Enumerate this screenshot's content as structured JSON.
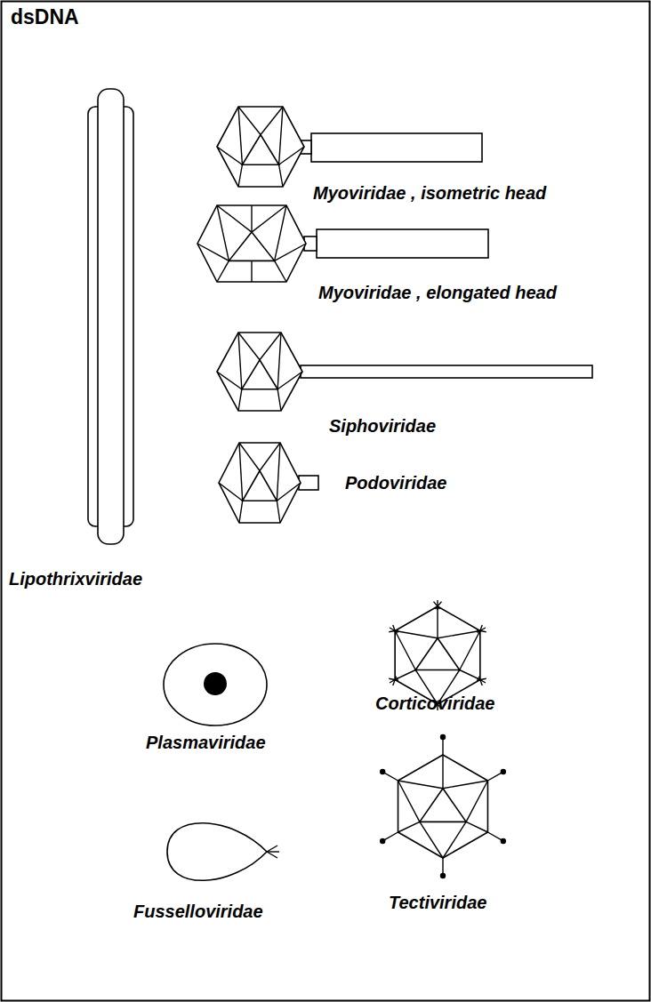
{
  "diagram": {
    "title": "dsDNA",
    "labels": [
      "Myoviridae , isometric head",
      "Myoviridae , elongated head",
      "Siphoviridae",
      "Podoviridae",
      "Lipothrixviridae",
      "Plasmaviridae",
      "Corticoviridae",
      "Fusselloviridae",
      "Tectiviridae"
    ]
  }
}
